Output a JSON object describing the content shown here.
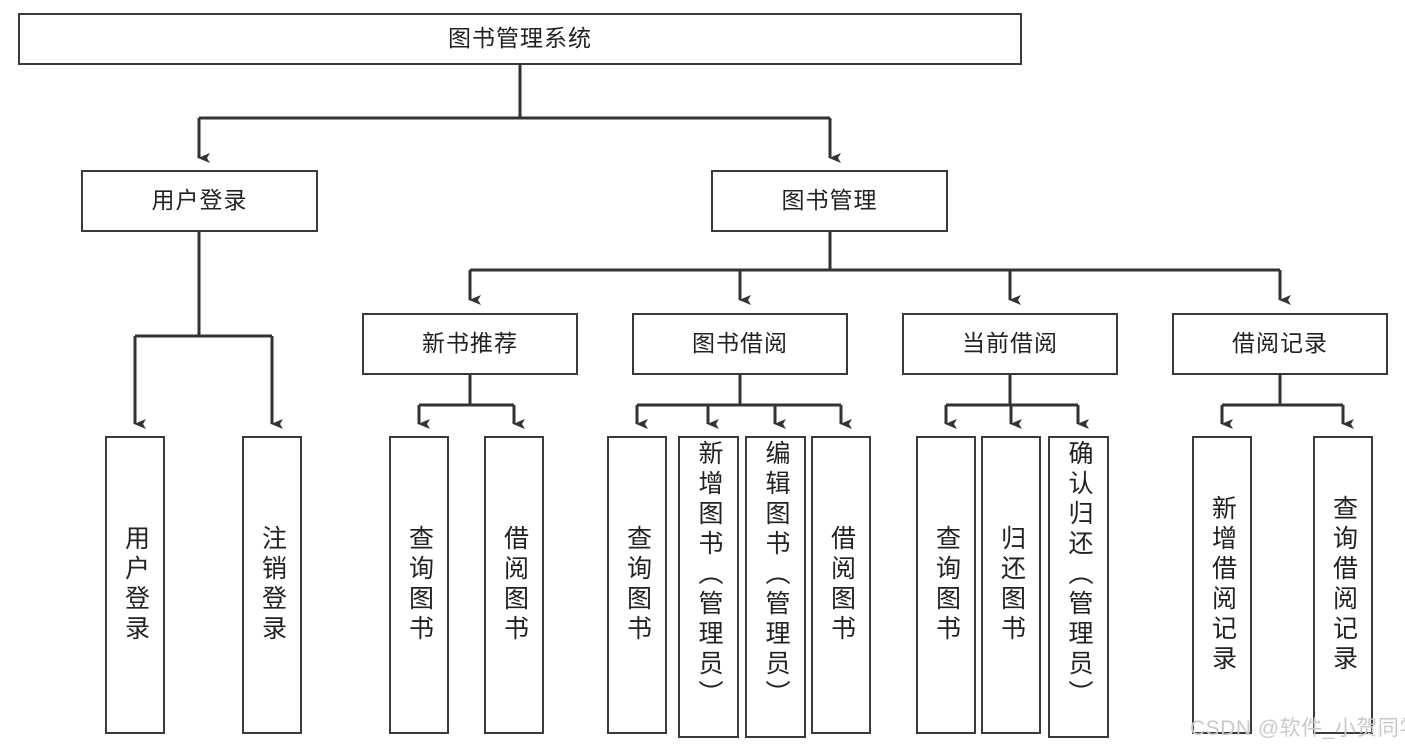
{
  "diagram": {
    "type": "tree-hierarchy",
    "title": "图书管理系统",
    "root": {
      "label": "图书管理系统",
      "id": "root"
    },
    "level2": [
      {
        "id": "user-login",
        "label": "用户登录"
      },
      {
        "id": "book-management",
        "label": "图书管理"
      }
    ],
    "level3": [
      {
        "id": "new-book-recommend",
        "label": "新书推荐",
        "parent": "book-management"
      },
      {
        "id": "book-borrow",
        "label": "图书借阅",
        "parent": "book-management"
      },
      {
        "id": "current-borrow",
        "label": "当前借阅",
        "parent": "book-management"
      },
      {
        "id": "borrow-record",
        "label": "借阅记录",
        "parent": "book-management"
      }
    ],
    "leaves": [
      {
        "id": "leaf-user-login",
        "label": "用户登录",
        "parent": "user-login"
      },
      {
        "id": "leaf-user-logout",
        "label": "注销登录",
        "parent": "user-login"
      },
      {
        "id": "leaf-query-book-1",
        "label": "查询图书",
        "parent": "new-book-recommend"
      },
      {
        "id": "leaf-borrow-book-1",
        "label": "借阅图书",
        "parent": "new-book-recommend"
      },
      {
        "id": "leaf-query-book-2",
        "label": "查询图书",
        "parent": "book-borrow"
      },
      {
        "id": "leaf-add-book",
        "label": "新增图书（管理员）",
        "parent": "book-borrow"
      },
      {
        "id": "leaf-edit-book",
        "label": "编辑图书（管理员）",
        "parent": "book-borrow"
      },
      {
        "id": "leaf-borrow-book-2",
        "label": "借阅图书",
        "parent": "book-borrow"
      },
      {
        "id": "leaf-query-book-3",
        "label": "查询图书",
        "parent": "current-borrow"
      },
      {
        "id": "leaf-return-book",
        "label": "归还图书",
        "parent": "current-borrow"
      },
      {
        "id": "leaf-confirm-return",
        "label": "确认归还（管理员）",
        "parent": "current-borrow"
      },
      {
        "id": "leaf-add-record",
        "label": "新增借阅记录",
        "parent": "borrow-record"
      },
      {
        "id": "leaf-query-record",
        "label": "查询借阅记录",
        "parent": "borrow-record"
      }
    ],
    "colors": {
      "border": "#3a3a3a",
      "text": "#222222",
      "background": "#ffffff",
      "connector": "#333333",
      "watermark": "#c9c9c9"
    }
  },
  "watermark": {
    "text": "CSDN @软件_小贺同学"
  }
}
